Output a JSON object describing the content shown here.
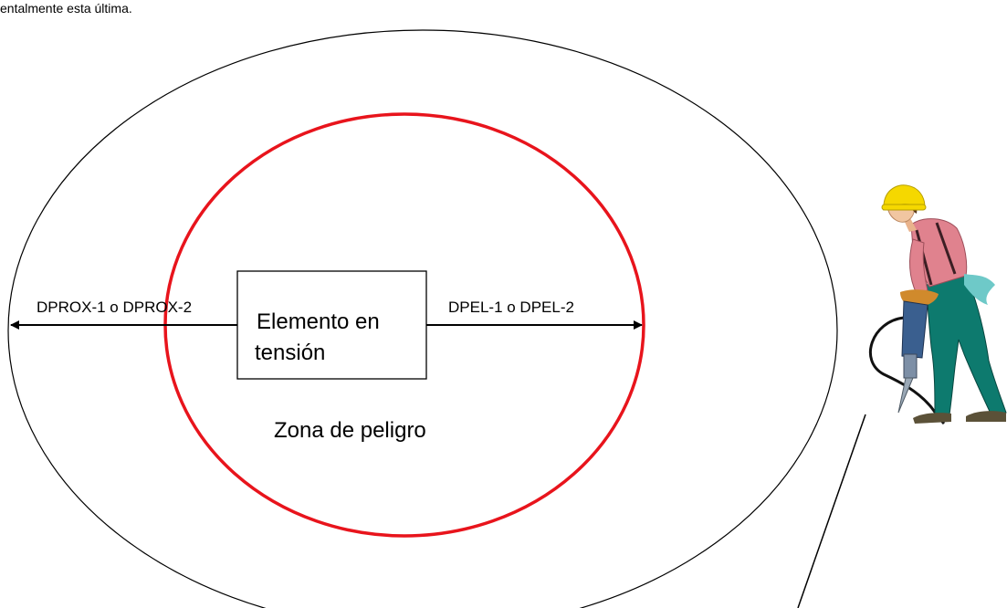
{
  "document": {
    "top_text": "entalmente esta última."
  },
  "diagram": {
    "element_label_line1": "Elemento en",
    "element_label_line2": "tensión",
    "left_distance_label": "DPROX-1 o DPROX-2",
    "right_distance_label": "DPEL-1 o DPEL-2",
    "danger_zone_label": "Zona de peligro",
    "colors": {
      "danger_zone_ring": "#e8141c",
      "proximity_ring": "#000000",
      "helmet": "#f5d800",
      "shirt": "#e0828e",
      "trousers": "#0d7a6e",
      "tool": "#3a5f8f"
    },
    "icons": [
      "worker-with-jackhammer-icon"
    ]
  }
}
